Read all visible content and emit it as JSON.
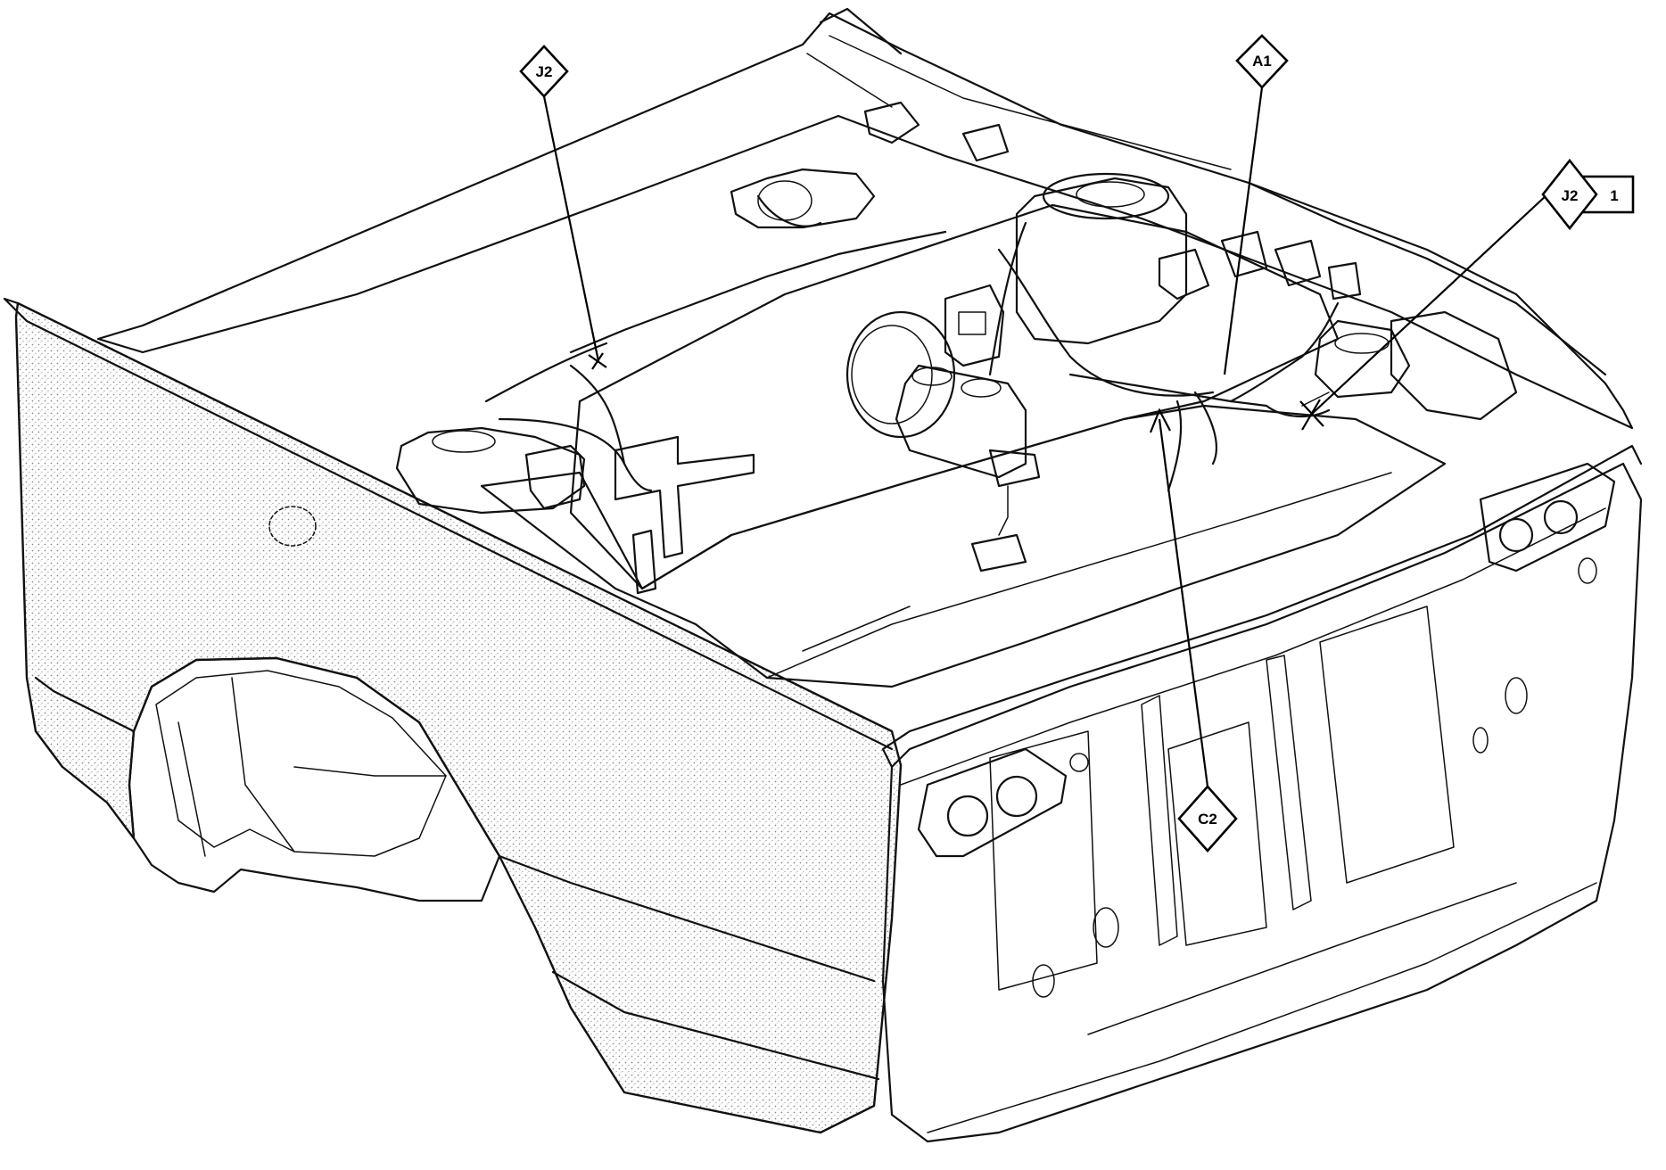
{
  "callouts": [
    {
      "id": "j2-left",
      "label": "J2"
    },
    {
      "id": "a1",
      "label": "A1"
    },
    {
      "id": "j2-right",
      "label": "J2",
      "tag": "1"
    },
    {
      "id": "c2",
      "label": "C2"
    }
  ],
  "colors": {
    "line": "#111111",
    "stipple": "#9a9a9a",
    "background": "#ffffff"
  }
}
